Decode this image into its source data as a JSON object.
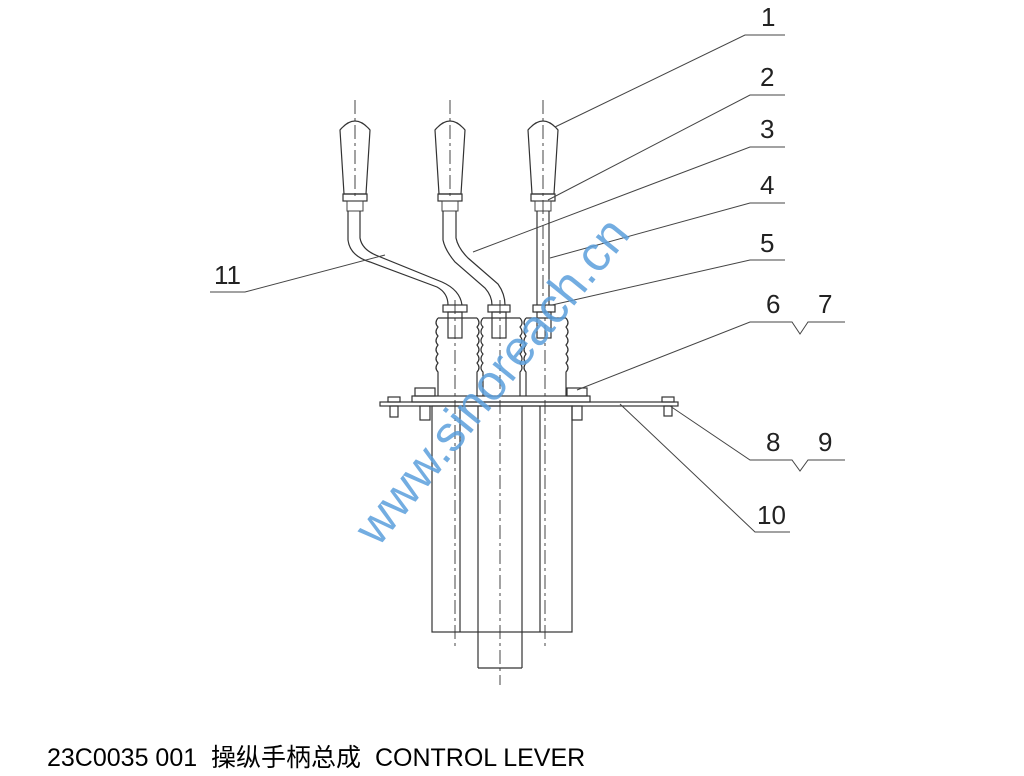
{
  "caption": {
    "code": "23C0035 001",
    "title_cn": "操纵手柄总成",
    "title_en": "CONTROL LEVER"
  },
  "part_labels": [
    "1",
    "2",
    "3",
    "4",
    "5",
    "6",
    "7",
    "8",
    "9",
    "10",
    "11"
  ],
  "watermark": "www.sinoreach.cn",
  "colors": {
    "line": "#333333",
    "watermark": "#5b9fdc"
  }
}
